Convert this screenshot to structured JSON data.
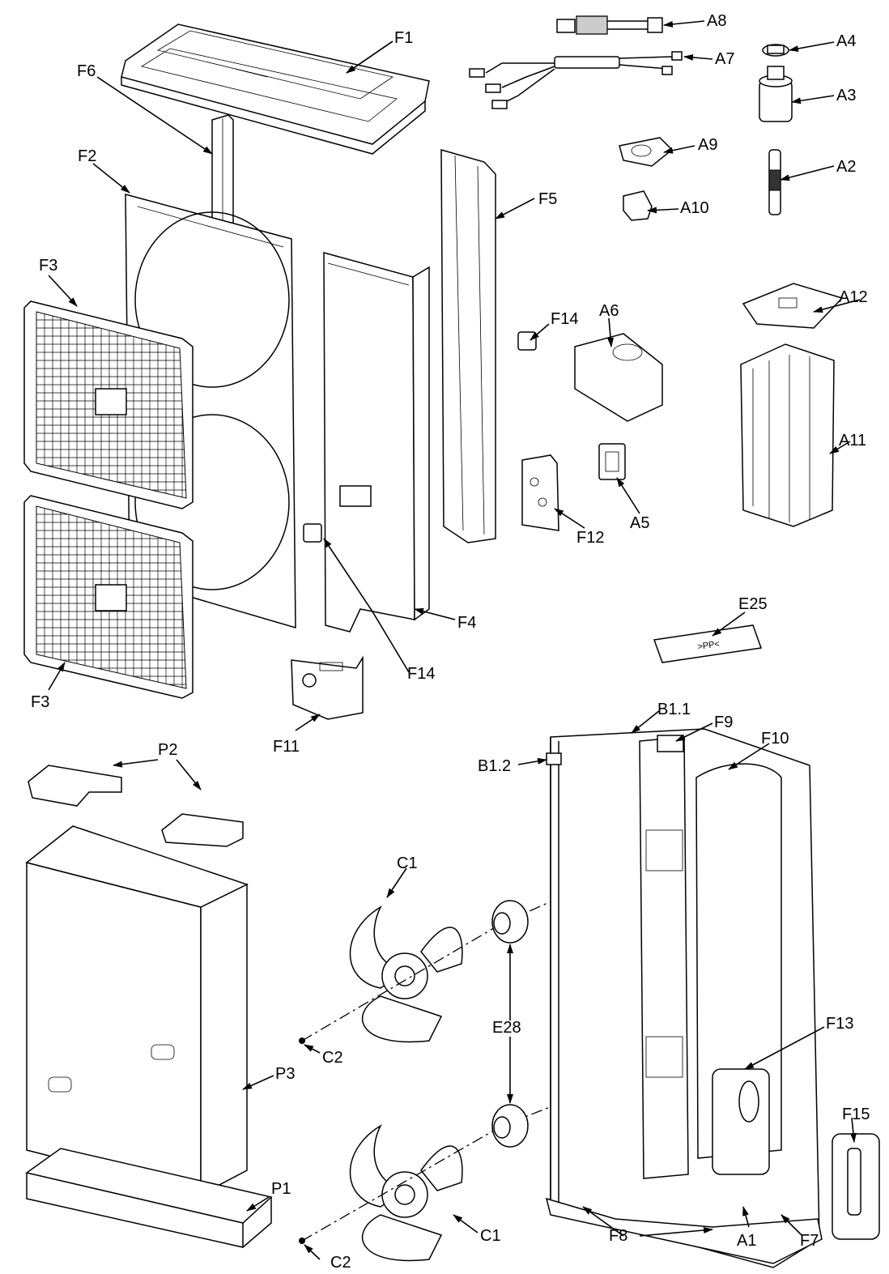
{
  "labels": {
    "F1": "F1",
    "F2": "F2",
    "F3a": "F3",
    "F3b": "F3",
    "F4": "F4",
    "F5": "F5",
    "F6": "F6",
    "F7": "F7",
    "F8": "F8",
    "F9": "F9",
    "F10": "F10",
    "F11": "F11",
    "F12": "F12",
    "F13": "F13",
    "F14a": "F14",
    "F14b": "F14",
    "F15": "F15",
    "A1": "A1",
    "A2": "A2",
    "A3": "A3",
    "A4": "A4",
    "A5": "A5",
    "A6": "A6",
    "A7": "A7",
    "A8": "A8",
    "A9": "A9",
    "A10": "A10",
    "A11": "A11",
    "A12": "A12",
    "B11": "B1.1",
    "B12": "B1.2",
    "C1a": "C1",
    "C1b": "C1",
    "C2a": "C2",
    "C2b": "C2",
    "E25": "E25",
    "E28": "E28",
    "P1": "P1",
    "P2": "P2",
    "P3": "P3"
  },
  "tag_text": ">PP<",
  "icons": {
    "arrow": "arrowhead-icon",
    "fan_guard": "fan-guard-icon",
    "fan_blade": "fan-blade-icon"
  },
  "colors": {
    "line": "#000000",
    "background": "#ffffff"
  }
}
